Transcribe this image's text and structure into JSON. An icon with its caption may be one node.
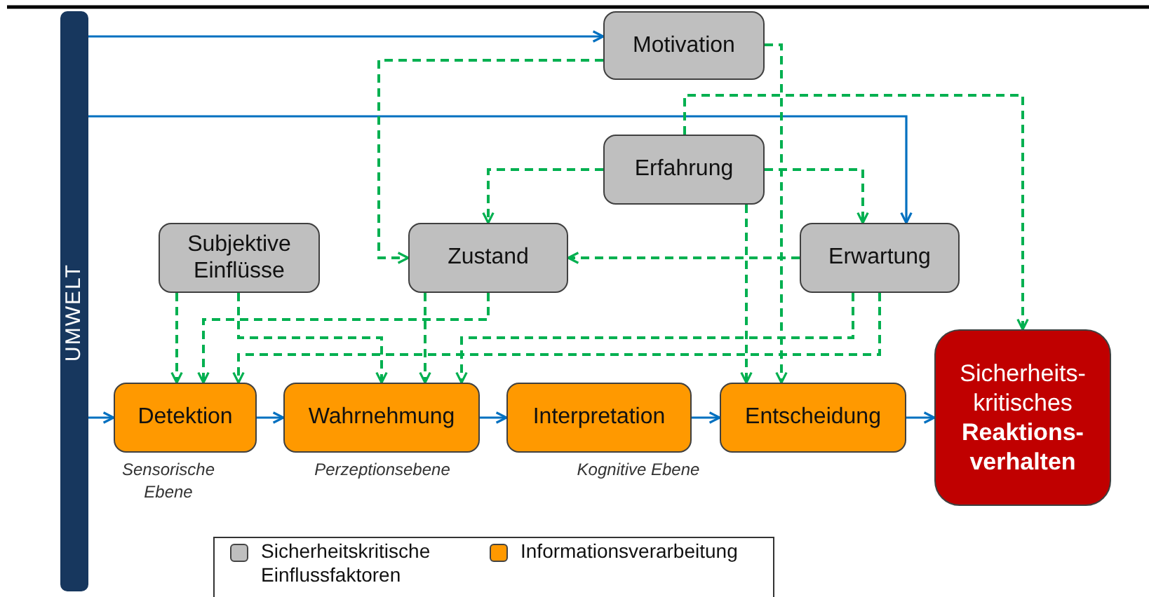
{
  "diagram": {
    "nodes": [
      {
        "text": [
          "UMWELT"
        ]
      },
      {
        "text": [
          "Motivation"
        ]
      },
      {
        "text": [
          "Erfahrung"
        ]
      },
      {
        "text": [
          "Subjektive Einflüsse"
        ]
      },
      {
        "text": [
          "Zustand"
        ]
      },
      {
        "text": [
          "Erwartung"
        ]
      },
      {
        "text": [
          "Detektion"
        ]
      },
      {
        "text": [
          "Wahrnehmung"
        ]
      },
      {
        "text": [
          "Interpretation"
        ]
      },
      {
        "text": [
          "Entscheidung"
        ]
      },
      {
        "text": [
          "Sicherheits- kritisches **Reaktions- verhalten**"
        ]
      }
    ],
    "edges": [
      {
        "from": 0,
        "to": 1,
        "arrow": "to",
        "color": "#0070c0"
      },
      {
        "from": 0,
        "to": 5,
        "arrow": "to",
        "color": "#0070c0"
      },
      {
        "from": 0,
        "to": 6,
        "arrow": "to",
        "color": "#0070c0"
      },
      {
        "from": 6,
        "to": 7,
        "arrow": "to",
        "color": "#0070c0"
      },
      {
        "from": 7,
        "to": 8,
        "arrow": "to",
        "color": "#0070c0"
      },
      {
        "from": 8,
        "to": 9,
        "arrow": "to",
        "color": "#0070c0"
      },
      {
        "from": 9,
        "to": 10,
        "arrow": "to",
        "color": "#0070c0"
      },
      {
        "from": 1,
        "to": 4,
        "arrow": "to",
        "style": "dashed"
      },
      {
        "from": 1,
        "to": 9,
        "arrow": "to",
        "style": "dashed"
      },
      {
        "from": 2,
        "to": 4,
        "arrow": "to",
        "style": "dashed"
      },
      {
        "from": 2,
        "to": 5,
        "arrow": "to",
        "style": "dashed"
      },
      {
        "from": 2,
        "to": 10,
        "arrow": "to",
        "style": "dashed"
      },
      {
        "from": 2,
        "to": 9,
        "arrow": "to",
        "style": "dashed"
      },
      {
        "from": 5,
        "to": 4,
        "arrow": "to",
        "style": "dashed"
      },
      {
        "from": 3,
        "to": 6,
        "arrow": "to",
        "style": "dashed"
      },
      {
        "from": 3,
        "to": 7,
        "arrow": "to",
        "style": "dashed"
      },
      {
        "from": 4,
        "to": 7,
        "arrow": "to",
        "style": "dashed"
      },
      {
        "from": 4,
        "to": 6,
        "arrow": "to",
        "style": "dashed"
      },
      {
        "from": 5,
        "to": 7,
        "arrow": "to",
        "style": "dashed"
      },
      {
        "from": 5,
        "to": 6,
        "arrow": "to",
        "style": "dashed"
      }
    ],
    "labels": [
      "Sensorische Ebene",
      "Perzeptionsebene",
      "Kognitive Ebene"
    ],
    "legend": [
      {
        "text": "Sicherheitskritische Einflussfaktoren",
        "color": "#bfbfbf"
      },
      {
        "text": "Informationsverarbeitung",
        "color": "#ff9900"
      }
    ]
  }
}
